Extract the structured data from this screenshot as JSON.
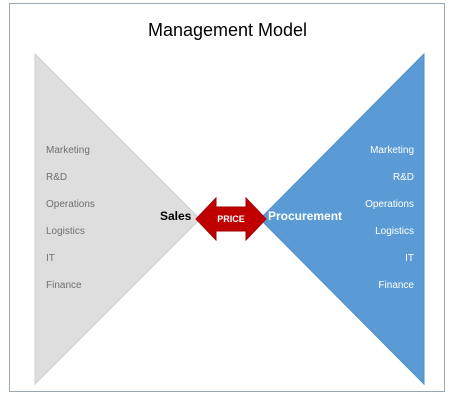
{
  "title": "Management Model",
  "left": {
    "label": "Sales",
    "items": [
      "Marketing",
      "R&D",
      "Operations",
      "Logistics",
      "IT",
      "Finance"
    ]
  },
  "right": {
    "label": "Procurement",
    "items": [
      "Marketing",
      "R&D",
      "Operations",
      "Logistics",
      "IT",
      "Finance"
    ]
  },
  "center": {
    "label": "PRICE"
  },
  "colors": {
    "left_fill": "#dedede",
    "right_fill": "#5b9bd5",
    "arrow_fill": "#c00000",
    "frame": "#9aa5b4"
  }
}
